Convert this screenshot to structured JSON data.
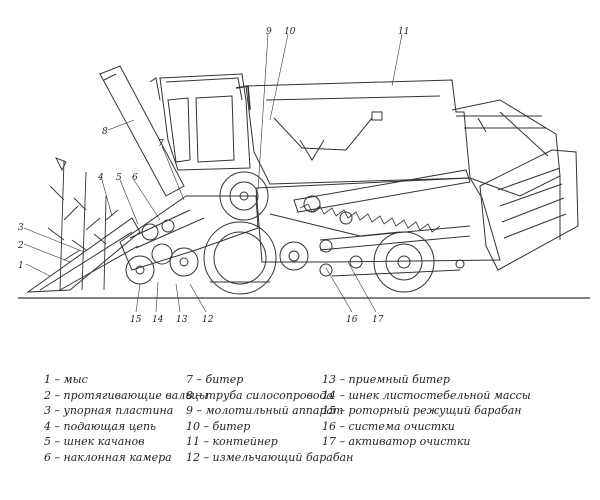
{
  "callouts": [
    "1",
    "2",
    "3",
    "4",
    "5",
    "6",
    "7",
    "8",
    "9",
    "10",
    "11",
    "12",
    "13",
    "14",
    "15",
    "16",
    "17"
  ],
  "legend": {
    "col1": [
      "1 – мыс",
      "2 – протягивающие вальцы",
      "3 – упорная пластина",
      "4 – подающая цепь",
      "5 – шнек качанов",
      "6 – наклонная камера"
    ],
    "col2": [
      "7 – битер",
      "8 – труба силосопровода",
      "9 – молотильный аппарат",
      "10 – битер",
      "11 – контейнер",
      "12 – измельчающий барабан"
    ],
    "col3": [
      "13 – приемный битер",
      "14 – шнек листостебельной массы",
      "15 – роторный режущий барабан",
      "16 – система очистки",
      "17 – активатор очистки"
    ]
  }
}
